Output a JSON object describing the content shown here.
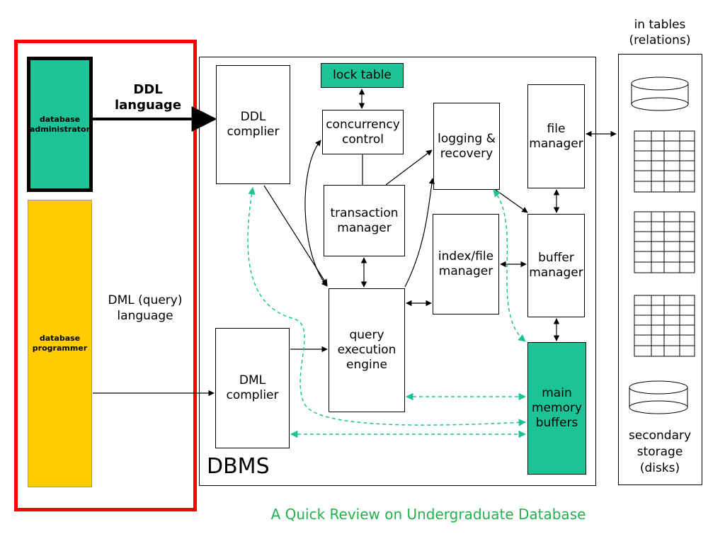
{
  "roles": {
    "admin": "database\nadministrator",
    "programmer": "database\nprogrammer"
  },
  "languages": {
    "ddl": "DDL\nlanguage",
    "dml": "DML (query)\nlanguage"
  },
  "dbms_label": "DBMS",
  "components": {
    "ddl_compiler": "DDL\ncomplier",
    "dml_compiler": "DML\ncomplier",
    "lock_table": "lock table",
    "concurrency_control": "concurrency\ncontrol",
    "transaction_manager": "transaction\nmanager",
    "query_engine": "query\nexecution\nengine",
    "logging_recovery": "logging &\nrecovery",
    "index_file_manager": "index/file\nmanager",
    "file_manager": "file\nmanager",
    "buffer_manager": "buffer\nmanager",
    "main_memory": "main\nmemory\nbuffers"
  },
  "storage": {
    "header": "in tables\n(relations)",
    "footer": "secondary\nstorage\n(disks)"
  },
  "footer_title": "A Quick Review on Undergraduate Database",
  "colors": {
    "frame_red": "#ff0000",
    "teal": "#1cc396",
    "yellow": "#ffcc00",
    "footer_green": "#22b14c",
    "dashed_arrow": "#1cc396"
  }
}
